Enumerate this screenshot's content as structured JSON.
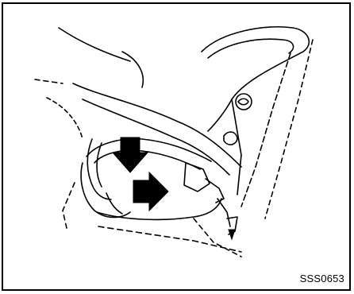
{
  "figure": {
    "code": "SSS0653",
    "colors": {
      "ink": "#000000",
      "paper": "#ffffff"
    },
    "icons": [
      "arrow-down-icon",
      "arrow-right-icon",
      "seat-belt-buckle-illustration",
      "headrest-illustration"
    ]
  }
}
